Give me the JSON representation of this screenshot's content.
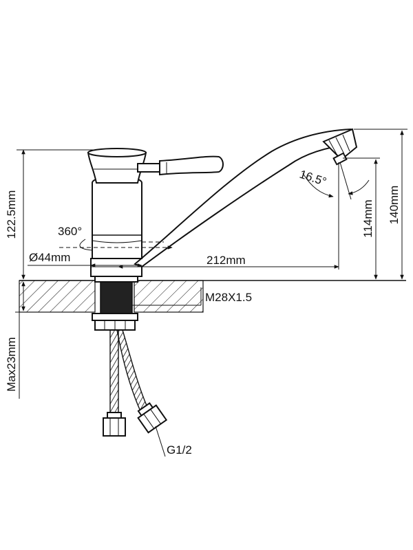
{
  "figure": {
    "type": "technical-drawing",
    "subject": "single-lever kitchen faucet",
    "line_color": "#111111",
    "background": "#ffffff"
  },
  "dimensions": {
    "height_total": "122.5mm",
    "swivel_angle": "360°",
    "base_diameter": "Ø44mm",
    "spout_reach": "212mm",
    "aerator_angle": "16.5°",
    "spout_outlet_height": "114mm",
    "spout_height": "140mm",
    "mount_thread": "M28X1.5",
    "max_counter_thickness": "Max23mm",
    "hose_connection": "G1/2"
  }
}
